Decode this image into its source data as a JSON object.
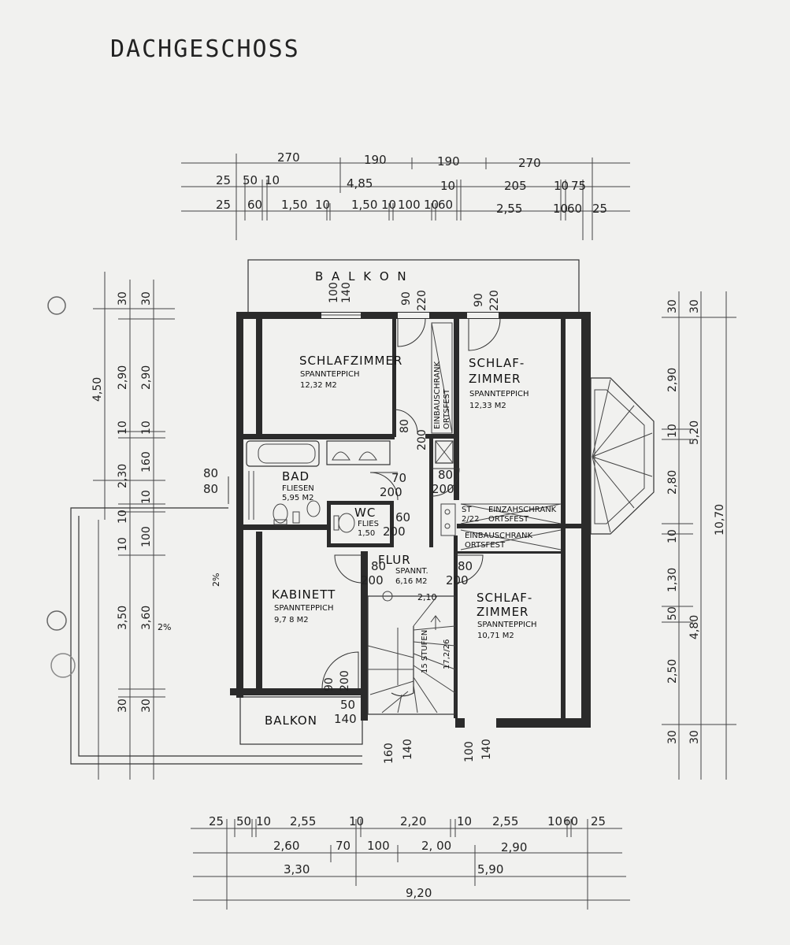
{
  "title": "DACHGESCHOSS",
  "rooms": {
    "balkon_top": "B   A   L   K   O   N",
    "schlaf1_name": "SCHLAFZIMMER",
    "schlaf1_floor": "SPANNTEPPICH",
    "schlaf1_area": "12,32 M2",
    "schlaf2_name1": "SCHLAF-",
    "schlaf2_name2": "ZIMMER",
    "schlaf2_floor": "SPANNTEPPICH",
    "schlaf2_area": "12,33 M2",
    "bad_name": "BAD",
    "bad_floor": "FLIESEN",
    "bad_area": "5,95 M2",
    "wc_name": "WC",
    "wc_floor": "FLIES",
    "wc_area": "1,50",
    "flur_name": "FLUR",
    "flur_floor": "SPANNT.",
    "flur_area": "6,16 M2",
    "kabinett_name": "KABINETT",
    "kabinett_floor": "SPANNTEPPICH",
    "kabinett_area": "9,7 8 M2",
    "schlaf3_name1": "SCHLAF-",
    "schlaf3_name2": "ZIMMER",
    "schlaf3_floor": "SPANNTEPPICH",
    "schlaf3_area": "10,71 M2",
    "balkon_bottom": "BALKON",
    "einbau_vertical1": "EINBAUSCHRANK",
    "einbau_vertical2": "ORTSFEST",
    "einzahl_label": "EINZAHSCHRANK",
    "einzahl_sub": "ORTSFEST",
    "einbau_label": "EINBAUSCHRANK",
    "einbau_sub": "ORTSFEST",
    "stufen": "15 STUFEN",
    "stufen_ratio": "17,2/26",
    "st": "ST",
    "st_val": "2/22",
    "level": "2,10",
    "slope1": "2%",
    "slope2": "2%"
  },
  "openings": {
    "top_win1": "100",
    "top_win1b": "140",
    "top_door1": "90",
    "top_door1b": "220",
    "top_door2": "90",
    "top_door2b": "220",
    "d_schlaf1_a": "80",
    "d_schlaf1_b": "200",
    "d_bad_a": "70",
    "d_bad_b": "200",
    "d_left_a": "80",
    "d_left_b": "80",
    "d_r1_a": "80",
    "d_r1_b": "200",
    "d_wc_a": "60",
    "d_wc_b": "200",
    "d_kab_a": "80",
    "d_kab_b": "200",
    "d_s3_a": "80",
    "d_s3_b": "200",
    "d_balk_a": "90",
    "d_balk_b": "200",
    "d_balk_c": "50",
    "d_balk_d": "140",
    "bot_win1a": "160",
    "bot_win1b": "140",
    "bot_win2a": "100",
    "bot_win2b": "140"
  },
  "dims_top": {
    "row1": [
      "270",
      "190",
      "190",
      "270"
    ],
    "row2": [
      "25",
      "50",
      "10",
      "4,85",
      "10",
      "205",
      "10",
      "75"
    ],
    "row3": [
      "25",
      "60",
      "1,50",
      "10",
      "1,50",
      "10",
      "100",
      "10",
      "60",
      "2,55",
      "10",
      "60",
      "25"
    ]
  },
  "dims_left": {
    "outer": "4,50",
    "col1": [
      "30",
      "2,90",
      "10",
      "2,30",
      "10",
      "10",
      "3,50",
      "30"
    ],
    "col2": [
      "30",
      "2,90",
      "10",
      "160",
      "10",
      "100",
      "3,60",
      "30"
    ]
  },
  "dims_right": {
    "col1": [
      "30",
      "2,90",
      "10",
      "2,80",
      "10",
      "1,30",
      "50",
      "2,50",
      "30"
    ],
    "col2": [
      "30",
      "5,20",
      "4,80",
      "30"
    ],
    "col3": [
      "10,70"
    ]
  },
  "dims_bottom": {
    "row1": [
      "25",
      "50",
      "10",
      "2,55",
      "10",
      "2,20",
      "10",
      "2,55",
      "10",
      "60",
      "25"
    ],
    "row2": [
      "2,60",
      "70",
      "100",
      "2, 00",
      "2,90"
    ],
    "row3": [
      "3,30",
      "5,90"
    ],
    "row4": [
      "9,20"
    ]
  }
}
